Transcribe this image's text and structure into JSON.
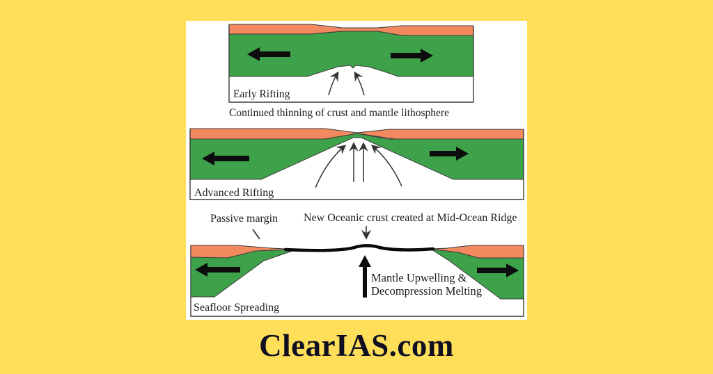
{
  "page": {
    "background_color": "#FFDE59",
    "panel_background": "#FFFFFF"
  },
  "watermark": {
    "text": "ClearIAS.com"
  },
  "diagram": {
    "title_implicit": "Stages of continental rifting and seafloor spreading",
    "colors": {
      "continental_crust": "#F2895F",
      "mantle_lithosphere": "#3EA24B",
      "outline": "#3a3a3a",
      "arrow_black": "#0d0d0d",
      "thin_arrow": "#333333"
    },
    "stage1": {
      "label": "Early Rifting",
      "caption_below": "Continued thinning of crust and mantle lithosphere"
    },
    "stage2": {
      "label": "Advanced Rifting"
    },
    "stage3": {
      "label": "Seafloor Spreading",
      "passive_margin_label": "Passive margin",
      "new_crust_label": "New Oceanic crust created at Mid-Ocean Ridge",
      "mantle_upwelling_line1": "Mantle Upwelling &",
      "mantle_upwelling_line2": "Decompression Melting"
    }
  }
}
